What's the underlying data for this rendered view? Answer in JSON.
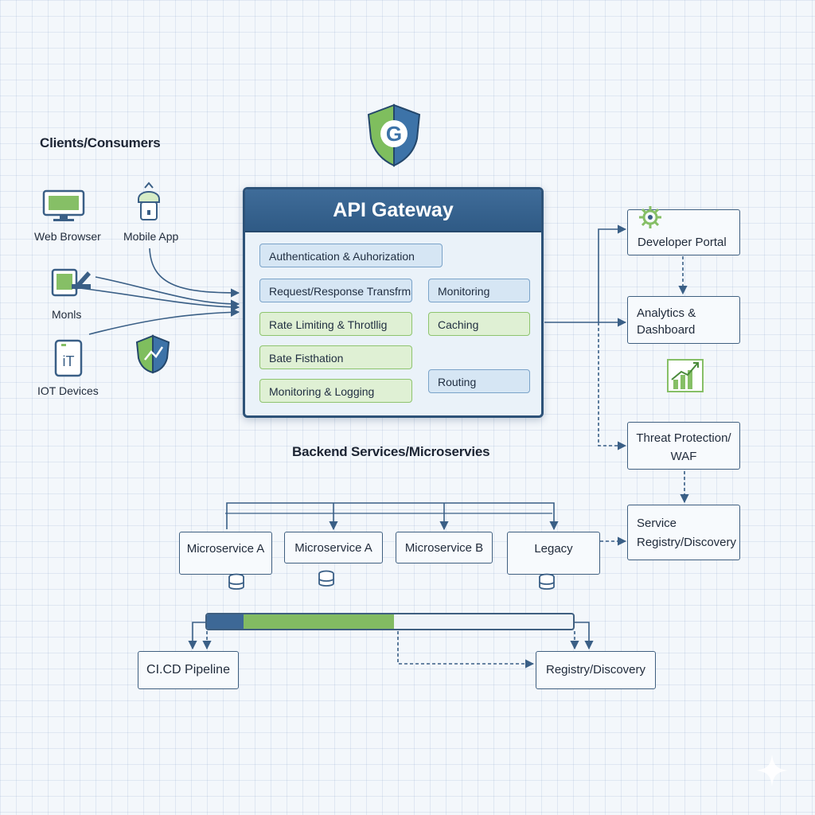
{
  "clients": {
    "heading": "Clients/Consumers",
    "web_browser": "Web Browser",
    "mobile_app": "Mobile App",
    "monitors": "Monls",
    "iot_devices": "IOT Devices",
    "iot_glyph": "iT"
  },
  "gateway": {
    "logo_letter": "G",
    "title": "API Gateway",
    "features": {
      "auth": "Authentication & Auhorization",
      "transform": "Request/Response Transfrmatin",
      "monitoring": "Monitoring",
      "rate_limit": "Rate Limiting & Throtllig",
      "caching": "Caching",
      "bate": "Bate Fisthation",
      "routing": "Routing",
      "logging": "Monitoring & Logging"
    }
  },
  "right_panel": {
    "developer_portal": "Developer Portal",
    "analytics_line1": "Analytics &",
    "analytics_line2": "Dashboard",
    "threat_line1": "Threat Protection/",
    "threat_line2": "WAF",
    "registry_line1": "Service",
    "registry_line2": "Registry/Discovery"
  },
  "backend": {
    "heading": "Backend Services/Microservies",
    "services": [
      "Microservice A",
      "Microservice A",
      "Microservice B",
      "Legacy"
    ]
  },
  "pipeline": {
    "progress_blue_fraction": 0.1,
    "progress_green_fraction": 0.41,
    "cicd": "CI.CD Pipeline",
    "registry": "Registry/Discovery"
  },
  "colors": {
    "primary": "#2d5278",
    "accent_green": "#82bb62",
    "chip_blue": "#d6e6f4",
    "chip_green": "#dff0d4",
    "connector": "#3a5f86"
  },
  "icons": {
    "logo": "shield-icon",
    "web_browser": "monitor-icon",
    "mobile_app": "mobile-app-icon",
    "monitors": "monitor-edit-icon",
    "iot": "iot-device-icon",
    "security": "security-shield-icon",
    "developer_portal": "gear-icon",
    "analytics": "bar-chart-icon",
    "database": "database-icon",
    "watermark": "sparkle-icon"
  }
}
